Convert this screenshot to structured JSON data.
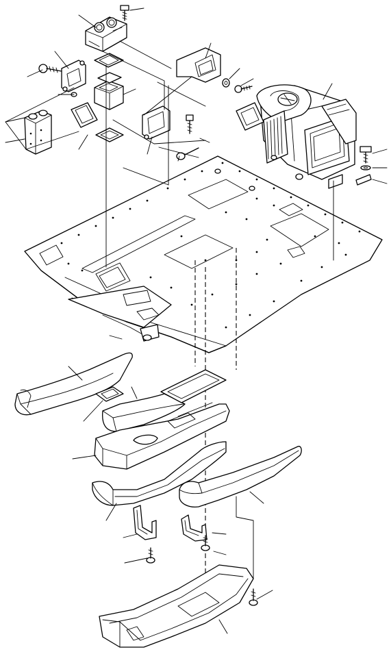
{
  "drawing": {
    "style": "exploded parts illustration, black line art on white",
    "background_color": "#ffffff",
    "line_color": "#000000"
  },
  "parts": [
    {
      "id": "top-duct-box"
    },
    {
      "id": "top-bolt"
    },
    {
      "id": "square-gasket-upper"
    },
    {
      "id": "left-upper-bracket"
    },
    {
      "id": "left-bolt-washer"
    },
    {
      "id": "square-duct-adapter"
    },
    {
      "id": "rectangular-gasket-left"
    },
    {
      "id": "square-gasket-lower"
    },
    {
      "id": "left-side-duct-block"
    },
    {
      "id": "center-bracket"
    },
    {
      "id": "center-upper-bracket"
    },
    {
      "id": "center-bolts"
    },
    {
      "id": "washer-center"
    },
    {
      "id": "bolt-center-right"
    },
    {
      "id": "hvac-heater-unit"
    },
    {
      "id": "right-bolt-washer-set"
    },
    {
      "id": "floor-plate"
    },
    {
      "id": "left-floor-duct"
    },
    {
      "id": "small-square-gasket"
    },
    {
      "id": "center-floor-duct"
    },
    {
      "id": "large-rectangular-gasket"
    },
    {
      "id": "lower-center-duct"
    },
    {
      "id": "left-bottom-duct"
    },
    {
      "id": "right-floor-duct"
    },
    {
      "id": "left-clamp-bracket"
    },
    {
      "id": "right-clamp-bracket"
    },
    {
      "id": "lower-bolts"
    },
    {
      "id": "bottom-cover-tray"
    },
    {
      "id": "tray-bolt"
    }
  ]
}
